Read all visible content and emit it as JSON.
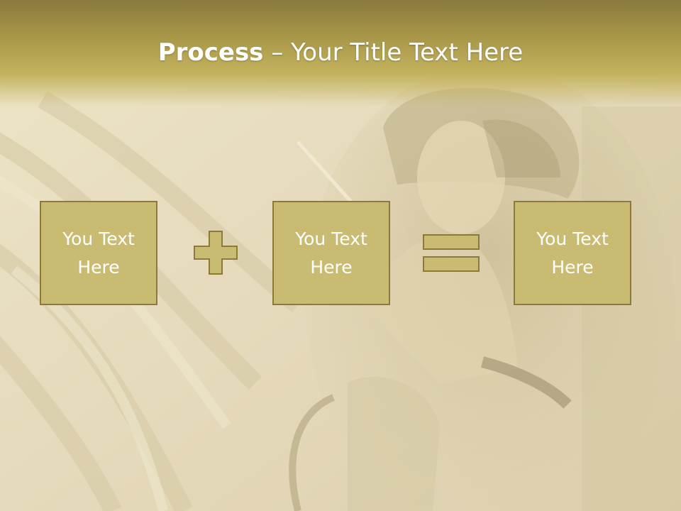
{
  "slide": {
    "title_bold": "Process",
    "title_rest": " – Your Title Text Here",
    "colors": {
      "header": "#a89748",
      "box_fill": "#c9bb72",
      "box_border": "#8d7a3a",
      "text": "#ffffff"
    }
  },
  "boxes": [
    {
      "text": "You Text Here"
    },
    {
      "text": "You Text Here"
    },
    {
      "text": "You Text Here"
    }
  ],
  "operators": {
    "first": "plus-icon",
    "second": "equals-icon"
  }
}
